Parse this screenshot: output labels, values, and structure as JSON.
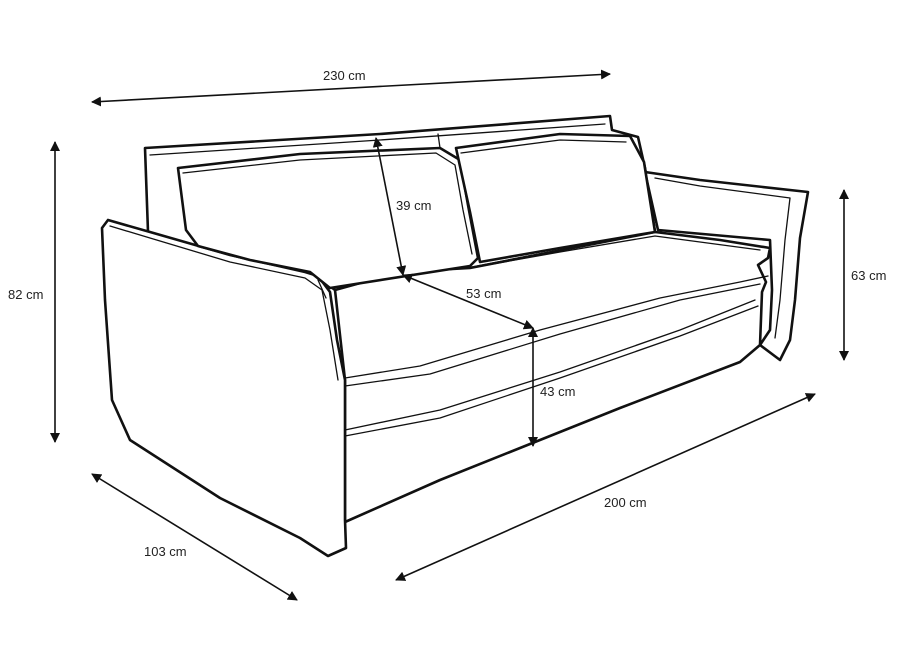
{
  "dimensions": {
    "overall_width": "230 cm",
    "back_cushion_height": "39 cm",
    "seat_depth": "53 cm",
    "total_height": "82 cm",
    "arm_height": "63 cm",
    "seat_height": "43 cm",
    "seat_width": "200 cm",
    "total_depth": "103 cm"
  },
  "colors": {
    "line": "#111111",
    "background": "#ffffff"
  }
}
